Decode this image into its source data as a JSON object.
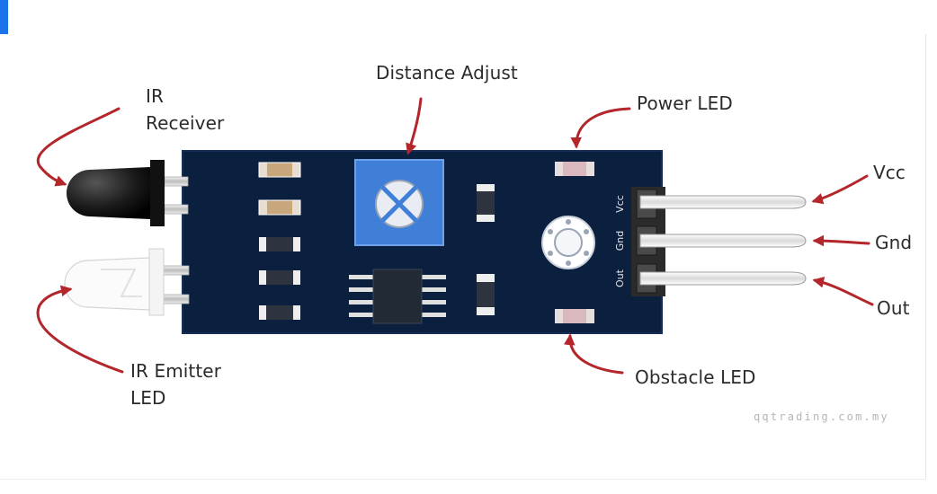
{
  "labels": {
    "ir_receiver": [
      "IR",
      "Receiver"
    ],
    "distance_adjust": "Distance Adjust",
    "power_led": "Power LED",
    "vcc": "Vcc",
    "gnd": "Gnd",
    "out": "Out",
    "ir_emitter": [
      "IR Emitter",
      "LED"
    ],
    "obstacle_led": "Obstacle LED"
  },
  "pin_labels": {
    "vcc": "Vcc",
    "gnd": "Gnd",
    "out": "Out"
  },
  "watermark": "qqtrading.com.my",
  "colors": {
    "board": "#0b1f3f",
    "arrow": "#b3262b",
    "potentiometer": "#3f7fd8",
    "label_text": "#2b2b2b",
    "accent": "#1a73e8"
  },
  "icons": [
    "arrow-icon",
    "potentiometer-icon",
    "ir-receiver-icon",
    "ir-emitter-icon",
    "chip-icon",
    "mounting-hole-icon"
  ]
}
